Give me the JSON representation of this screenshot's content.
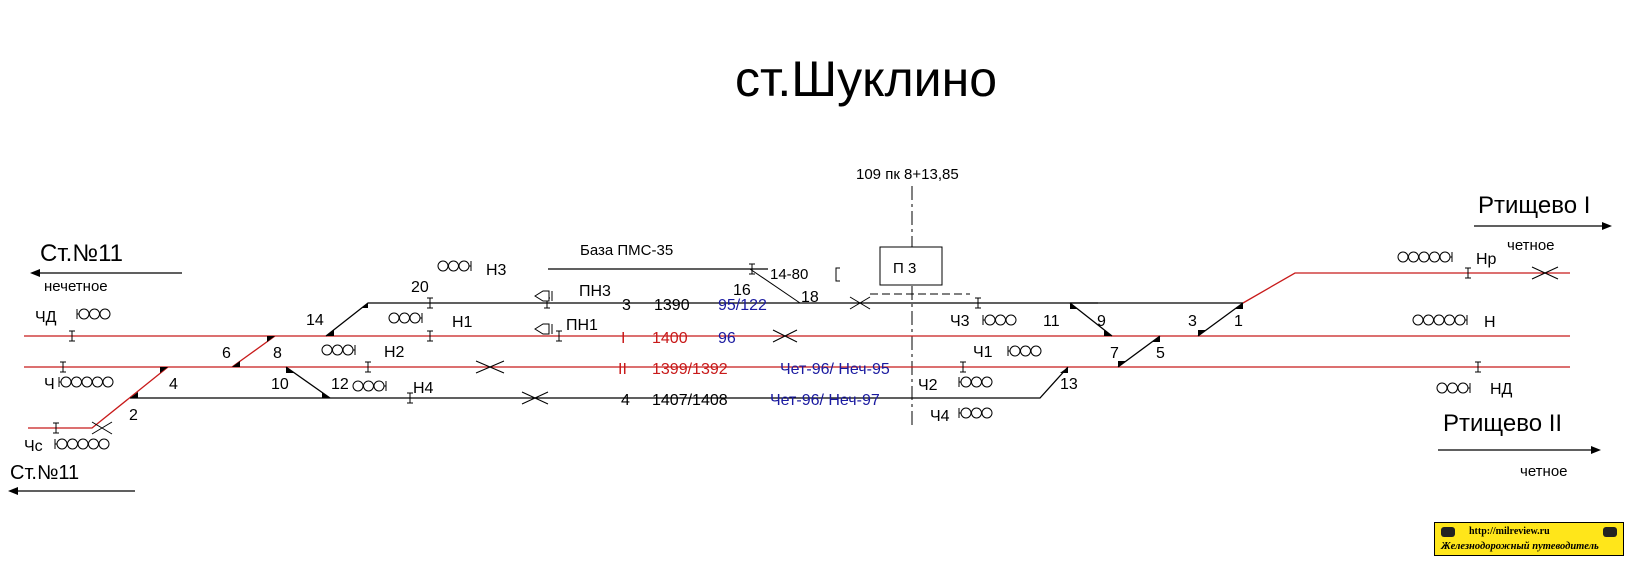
{
  "title": "ст.Шуклино",
  "picket": "109 пк 8+13,85",
  "base": "База ПМС-35",
  "platform": "П 3",
  "siding_length": "14-80",
  "directions": {
    "left_top": "Ст.№11",
    "left_top_dir": "нечетное",
    "left_bottom": "Ст.№11",
    "right_top": "Ртищево I",
    "right_top_dir": "четное",
    "right_bottom": "Ртищево II",
    "right_bottom_dir": "четное"
  },
  "tracks": {
    "t3": {
      "num": "3",
      "length": "1390",
      "capacity": "95/122"
    },
    "t1": {
      "num": "I",
      "length": "1400",
      "capacity": "96"
    },
    "t2": {
      "num": "II",
      "length": "1399/1392",
      "capacity": "Чет-96/ Неч-95"
    },
    "t4": {
      "num": "4",
      "length": "1407/1408",
      "capacity": "Чет-96/ Неч-97"
    }
  },
  "signals": [
    "Н3",
    "Н1",
    "Н2",
    "Н4",
    "ПН3",
    "ПН1",
    "ЧД",
    "Ч",
    "Чс",
    "Ч3",
    "Ч1",
    "Ч2",
    "Ч4",
    "Нр",
    "Н",
    "НД"
  ],
  "switches": [
    "20",
    "14",
    "16",
    "18",
    "6",
    "8",
    "10",
    "12",
    "4",
    "2",
    "11",
    "9",
    "3",
    "1",
    "7",
    "5",
    "13"
  ],
  "colors": {
    "track_main": "#c81a1a",
    "track_side": "#000000",
    "capacity": "#1a1aa0",
    "badge": "#ffe61a"
  },
  "badge": {
    "url": "http://milreview.ru",
    "name": "Железнодорожный путеводитель"
  }
}
